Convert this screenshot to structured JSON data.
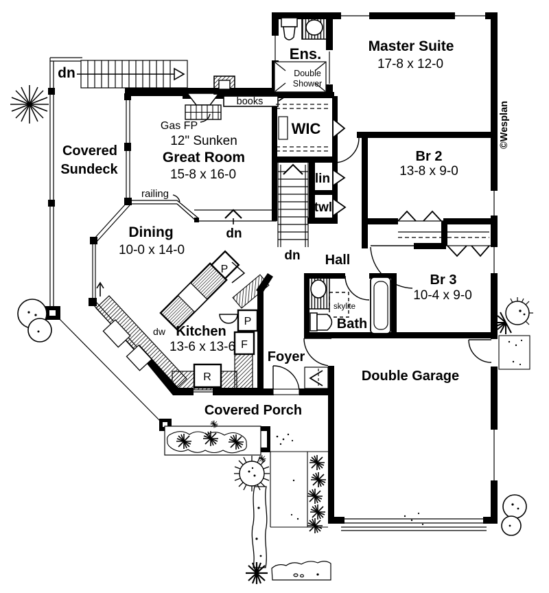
{
  "copyright": "©Wesplan",
  "rooms": {
    "master": {
      "name": "Master Suite",
      "dims": "17-8 x 12-0"
    },
    "br2": {
      "name": "Br 2",
      "dims": "13-8 x 9-0"
    },
    "br3": {
      "name": "Br 3",
      "dims": "10-4 x 9-0"
    },
    "great_room": {
      "sunken": "12\" Sunken",
      "name": "Great Room",
      "dims": "15-8 x 16-0"
    },
    "dining": {
      "name": "Dining",
      "dims": "10-0 x 14-0"
    },
    "kitchen": {
      "name": "Kitchen",
      "dims": "13-6 x 13-6"
    },
    "garage": {
      "name": "Double Garage"
    },
    "sundeck": {
      "line1": "Covered",
      "line2": "Sundeck"
    },
    "porch": {
      "name": "Covered Porch"
    },
    "foyer": {
      "name": "Foyer"
    },
    "hall": {
      "name": "Hall"
    },
    "bath": {
      "name": "Bath"
    },
    "ens": {
      "name": "Ens."
    },
    "wic": {
      "name": "WIC"
    }
  },
  "labels": {
    "double_shower_line1": "Double",
    "double_shower_line2": "Shower",
    "gas_fp": "Gas FP",
    "books": "books",
    "railing": "railing",
    "skylite": "skylite",
    "lin": "lin",
    "twl": "twl",
    "dw": "dw",
    "dn_deck": "dn",
    "dn_mid_stairs": "dn",
    "dn_step": "dn",
    "pantry_island": "P",
    "pantry_wall": "P",
    "fridge": "F",
    "range": "R"
  }
}
